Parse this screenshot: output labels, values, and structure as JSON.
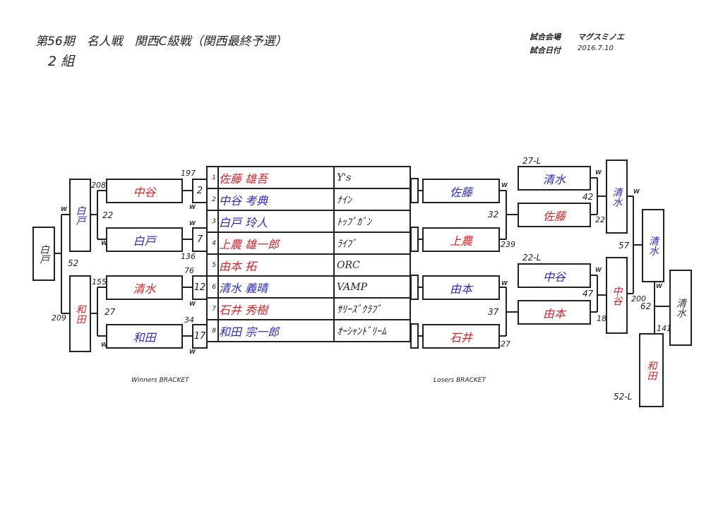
{
  "header": {
    "title": "第56期　名人戦　関西C級戦（関西最終予選）",
    "group": "2 組",
    "venue_label": "試合会場",
    "venue": "マグスミノエ",
    "date_label": "試合日付",
    "date": "2016.7.10"
  },
  "colors": {
    "red": "#d8232a",
    "blue": "#2b2bbf"
  },
  "players": [
    {
      "no": "1",
      "name": "佐藤 雄吾",
      "team": "Y's",
      "color": "red"
    },
    {
      "no": "2",
      "name": "中谷 考典",
      "team": "ﾅｲﾝ",
      "color": "blue"
    },
    {
      "no": "3",
      "name": "白戸 玲人",
      "team": "ﾄｯﾌﾟｶﾞﾝ",
      "color": "blue"
    },
    {
      "no": "4",
      "name": "上農 雄一郎",
      "team": "ﾗｲﾌﾞ",
      "color": "red"
    },
    {
      "no": "5",
      "name": "由本 拓",
      "team": "ORC",
      "color": "red"
    },
    {
      "no": "6",
      "name": "清水 義晴",
      "team": "VAMP",
      "color": "blue"
    },
    {
      "no": "7",
      "name": "石井 秀樹",
      "team": "ｻﾘｰｽﾞｸﾗﾌﾞ",
      "color": "red"
    },
    {
      "no": "8",
      "name": "和田 宗一郎",
      "team": "ｵｰｼｬﾝﾄﾞﾘｰﾑ",
      "color": "blue"
    }
  ],
  "winners": {
    "label": "Winners BRACKET",
    "r1": [
      {
        "name": "中谷",
        "match": "2"
      },
      {
        "name": "白戸",
        "match": "7"
      },
      {
        "name": "清水",
        "match": "12"
      },
      {
        "name": "和田",
        "match": "17"
      }
    ],
    "r2": [
      "白戸",
      "和田"
    ],
    "final": "白戸",
    "scores": [
      "197",
      "208",
      "22",
      "136",
      "76",
      "155",
      "27",
      "34",
      "52",
      "209"
    ],
    "win_mark": "W"
  },
  "losers": {
    "label": "Losers BRACKET",
    "r1": [
      "佐藤",
      "上農",
      "由本",
      "石井"
    ],
    "r2": [
      "清水",
      "佐藤",
      "中谷",
      "由本"
    ],
    "r3": [
      "清水",
      "中谷"
    ],
    "r4": "清水",
    "r4_opponent": "和田",
    "final": "清水",
    "drops": [
      "27-L",
      "22-L",
      "52-L"
    ],
    "scores": [
      "32",
      "239",
      "37",
      "27",
      "42",
      "22",
      "47",
      "18",
      "57",
      "200",
      "62",
      "141"
    ]
  }
}
